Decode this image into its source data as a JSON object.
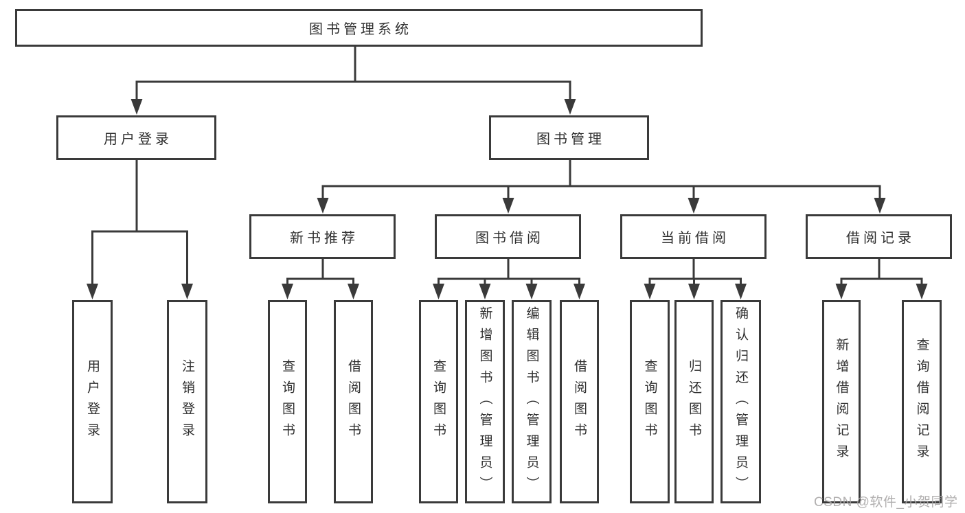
{
  "tree": {
    "label": "图书管理系统",
    "children": [
      {
        "label": "用户登录",
        "children": [
          {
            "label": "用户登录"
          },
          {
            "label": "注销登录"
          }
        ]
      },
      {
        "label": "图书管理",
        "children": [
          {
            "label": "新书推荐",
            "children": [
              {
                "label": "查询图书"
              },
              {
                "label": "借阅图书"
              }
            ]
          },
          {
            "label": "图书借阅",
            "children": [
              {
                "label": "查询图书"
              },
              {
                "label": "新增图书（管理员）"
              },
              {
                "label": "编辑图书（管理员）"
              },
              {
                "label": "借阅图书"
              }
            ]
          },
          {
            "label": "当前借阅",
            "children": [
              {
                "label": "查询图书"
              },
              {
                "label": "归还图书"
              },
              {
                "label": "确认归还（管理员）"
              }
            ]
          },
          {
            "label": "借阅记录",
            "children": [
              {
                "label": "新增借阅记录"
              },
              {
                "label": "查询借阅记录"
              }
            ]
          }
        ]
      }
    ]
  },
  "watermark": "CSDN @软件_小贺同学",
  "colors": {
    "line": "#3a3a3a",
    "text": "#2f2f2f",
    "watermark": "#a9a7a7",
    "background": "#ffffff"
  }
}
